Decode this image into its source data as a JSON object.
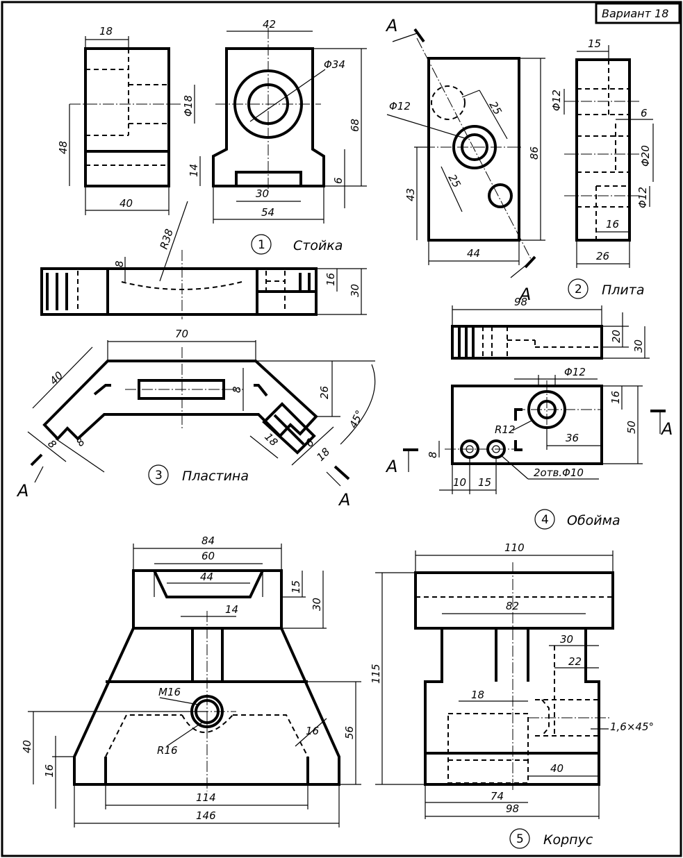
{
  "variant": "Вариант 18",
  "section_letter": "А",
  "parts": [
    {
      "number": "1",
      "name": "Стойка"
    },
    {
      "number": "2",
      "name": "Плита"
    },
    {
      "number": "3",
      "name": "Пластина"
    },
    {
      "number": "4",
      "name": "Обойма"
    },
    {
      "number": "5",
      "name": "Корпус"
    }
  ],
  "dims": {
    "p1": {
      "d18": "18",
      "d42": "42",
      "dia34": "Φ34",
      "d48": "48",
      "dia18": "Φ18",
      "d68": "68",
      "d14": "14",
      "d6": "6",
      "d30": "30",
      "d40": "40",
      "d54": "54",
      "r38": "R38",
      "d8": "8",
      "d16": "16",
      "d30b": "30"
    },
    "p2": {
      "dia12a": "Φ12",
      "d25a": "25",
      "d25b": "25",
      "d43": "43",
      "d86": "86",
      "d44": "44",
      "d15": "15",
      "dia12b": "Φ12",
      "d6": "6",
      "dia20": "Φ20",
      "dia12c": "Φ12",
      "d16": "16",
      "d26": "26"
    },
    "p3": {
      "d70": "70",
      "d40": "40",
      "d8a": "8",
      "d26": "26",
      "d45": "45°",
      "d8b": "8",
      "d8c": "8",
      "d18a": "18",
      "d6": "6",
      "d18b": "18"
    },
    "p4": {
      "d98": "98",
      "d20": "20",
      "d30": "30",
      "dia12": "Φ12",
      "d16": "16",
      "r12": "R12",
      "d36": "36",
      "d50": "50",
      "d8": "8",
      "d10": "10",
      "d15": "15",
      "holes": "2отв.Φ10"
    },
    "p5": {
      "d84": "84",
      "d60": "60",
      "d44": "44",
      "d15": "15",
      "d30": "30",
      "d14": "14",
      "m16": "M16",
      "r16": "R16",
      "d40": "40",
      "d16a": "16",
      "d16b": "16",
      "d56": "56",
      "d114": "114",
      "d146": "146",
      "d110": "110",
      "d115": "115",
      "d82": "82",
      "d30b": "30",
      "d22": "22",
      "d18": "18",
      "chamfer": "1,6×45°",
      "d40b": "40",
      "d74": "74",
      "d98": "98"
    }
  }
}
